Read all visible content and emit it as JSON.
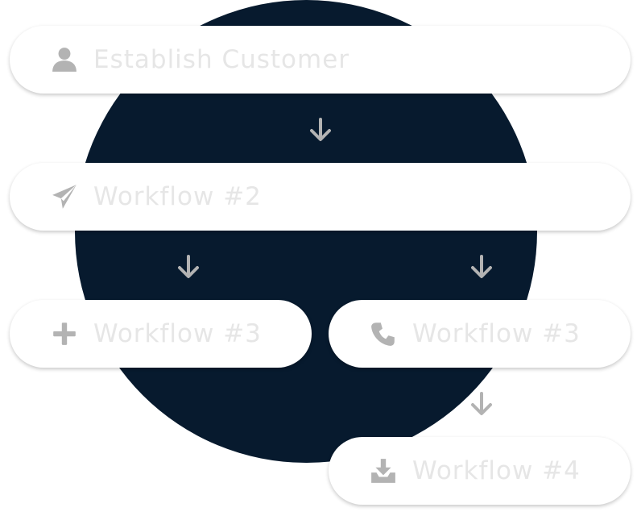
{
  "diagram": {
    "colors": {
      "background_circle": "#071a2e",
      "node_fill": "#ffffff",
      "icon": "#b3b3b3",
      "label": "#e6e6e6",
      "arrow": "#b3b3b3"
    },
    "nodes": [
      {
        "id": "n1",
        "icon": "user-icon",
        "label": "Establish Customer"
      },
      {
        "id": "n2",
        "icon": "paper-plane-icon",
        "label": "Workflow #2"
      },
      {
        "id": "n3",
        "icon": "plus-icon",
        "label": "Workflow #3"
      },
      {
        "id": "n4",
        "icon": "phone-icon",
        "label": "Workflow #3"
      },
      {
        "id": "n5",
        "icon": "download-tray-icon",
        "label": "Workflow #4"
      }
    ],
    "edges": [
      {
        "from": "n1",
        "to": "n2"
      },
      {
        "from": "n2",
        "to": "n3"
      },
      {
        "from": "n2",
        "to": "n4"
      },
      {
        "from": "n4",
        "to": "n5"
      }
    ]
  }
}
